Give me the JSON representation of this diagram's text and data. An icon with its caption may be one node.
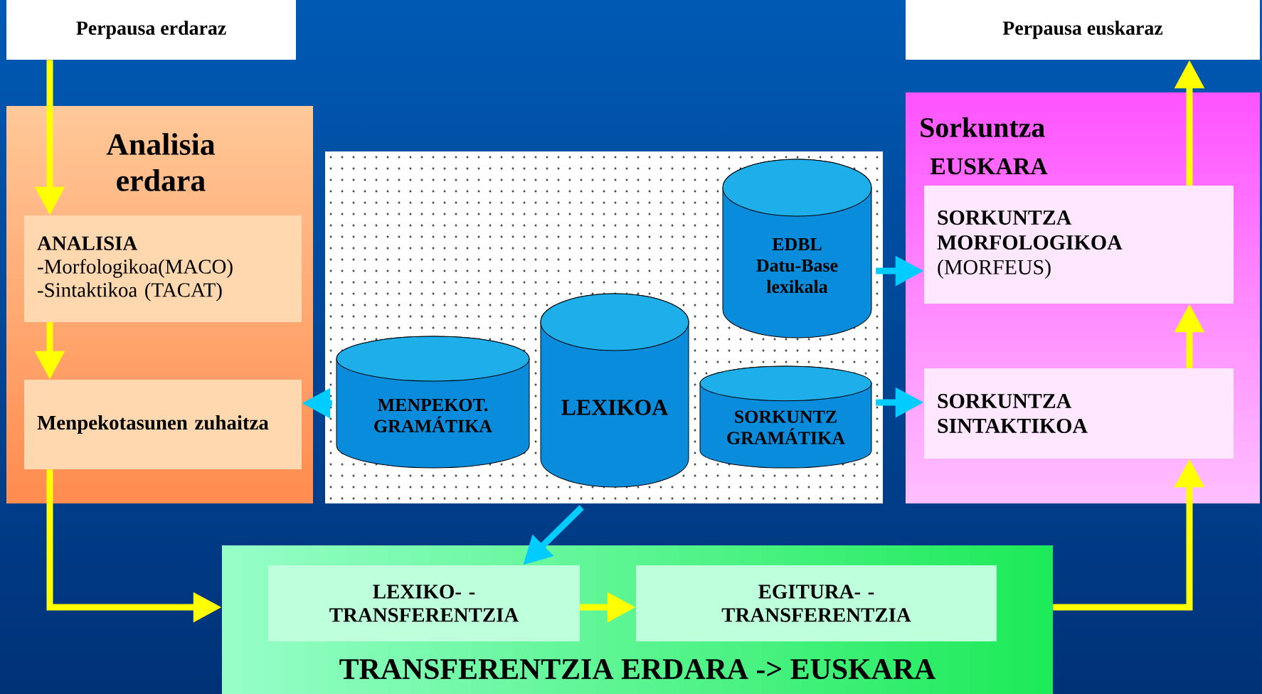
{
  "diagram": {
    "nodes": [
      {
        "text": [
          "Perpausa erdaraz"
        ]
      },
      {
        "text": [
          "Perpausa euskaraz"
        ]
      },
      {
        "text": [
          "Analisia erdara"
        ]
      },
      {
        "text": [
          "ANALISIA",
          "-Morfologikoa(MACO)",
          "-Sintaktikoa (TACAT)"
        ],
        "in": 2
      },
      {
        "text": [
          "Menpekotasunen zuhaitza"
        ],
        "in": 2
      },
      {
        "text": [],
        "shape": "box"
      },
      {
        "text": [
          "EDBL Datu-Base lexikala"
        ],
        "in": 5
      },
      {
        "text": [
          "MENPEKOT. GRAMÁTIKA"
        ],
        "in": 5
      },
      {
        "text": [
          "LEXIKOA"
        ],
        "in": 5
      },
      {
        "text": [
          "SORKUNTZ GRAMÁTIKA"
        ],
        "in": 5
      },
      {
        "text": [
          "Sorkuntza",
          "EUSKARA"
        ]
      },
      {
        "text": [
          "SORKUNTZA MORFOLOGIKOA",
          "(MORFEUS)"
        ],
        "in": 10
      },
      {
        "text": [
          "SORKUNTZA SINTAKTIKOA"
        ],
        "in": 10
      },
      {
        "text": [
          "TRANSFERENTZIA ERDARA -> EUSKARA"
        ]
      },
      {
        "text": [
          "LEXIKO- -TRANSFERENTZIA"
        ],
        "in": 13
      },
      {
        "text": [
          "EGITURA- -TRANSFERENTZIA"
        ],
        "in": 13
      }
    ],
    "edges": [
      {
        "from": 0,
        "to": 3,
        "arrow": "to"
      },
      {
        "from": 3,
        "to": 4,
        "arrow": "to"
      },
      {
        "from": 4,
        "to": 13,
        "arrow": "to"
      },
      {
        "from": 7,
        "to": 4,
        "arrow": "to",
        "color": "#00ccff"
      },
      {
        "from": 6,
        "to": 11,
        "arrow": "to",
        "color": "#00ccff"
      },
      {
        "from": 9,
        "to": 12,
        "arrow": "to",
        "color": "#00ccff"
      },
      {
        "from": 8,
        "to": 14,
        "arrow": "to",
        "color": "#00ccff"
      },
      {
        "from": 14,
        "to": 15,
        "arrow": "to"
      },
      {
        "from": 13,
        "to": 12,
        "arrow": "to"
      },
      {
        "from": 12,
        "to": 11,
        "arrow": "to"
      },
      {
        "from": 11,
        "to": 1,
        "arrow": "to"
      }
    ]
  }
}
